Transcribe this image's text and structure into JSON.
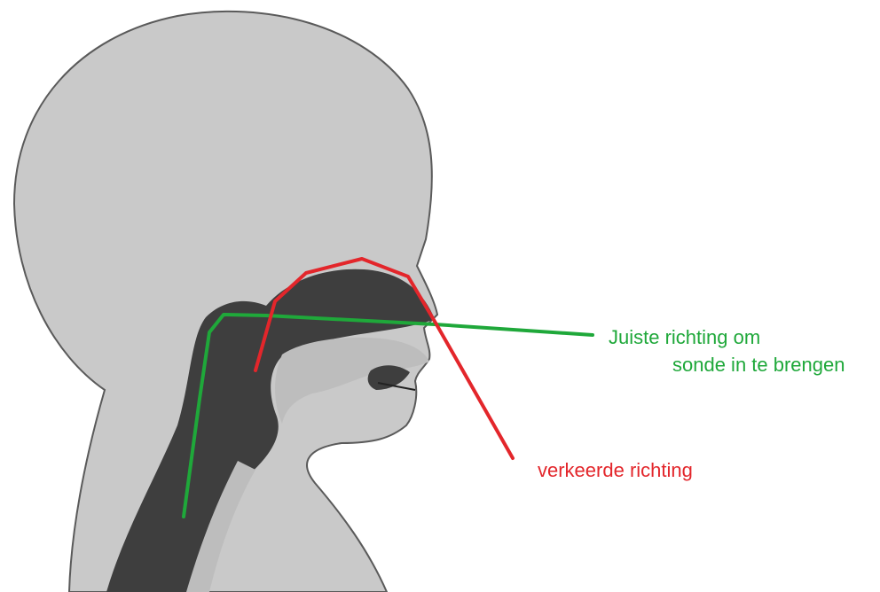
{
  "labels": {
    "correct_direction_line1": "Juiste richting om",
    "correct_direction_line2": "sonde in te brengen",
    "wrong_direction": "verkeerde richting"
  },
  "colors": {
    "background": "#ffffff",
    "head_fill": "#c9c9c9",
    "head_outline": "#555555",
    "airway_fill": "#3e3e3e",
    "inner_tissue": "#bdbdbd",
    "correct_path": "#1fa83a",
    "wrong_path": "#e3262b",
    "correct_text": "#1fa83a",
    "wrong_text": "#e3262b"
  }
}
